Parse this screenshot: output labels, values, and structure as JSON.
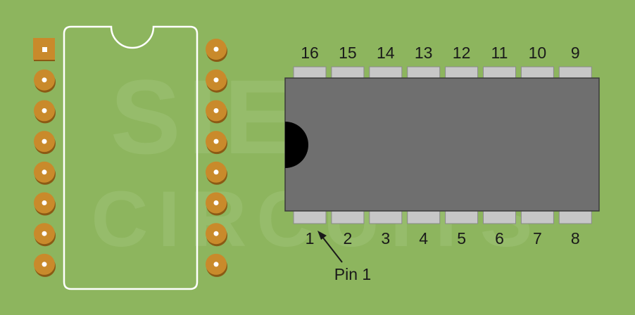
{
  "diagram": {
    "colors": {
      "background": "#8db55e",
      "pad": "#c98a2b",
      "pad_shadow": "#8a5a14",
      "ic_body": "#6f6f6f",
      "ic_pin": "#c7c7c7",
      "outline": "#ffffff"
    },
    "watermark": {
      "line1": "SIERRA",
      "line2": "CIRCUITS"
    },
    "footprint": {
      "pads_per_side": 8,
      "pin1_pad_shape": "square"
    },
    "chip": {
      "top_pin_numbers": [
        "16",
        "15",
        "14",
        "13",
        "12",
        "11",
        "10",
        "9"
      ],
      "bottom_pin_numbers": [
        "1",
        "2",
        "3",
        "4",
        "5",
        "6",
        "7",
        "8"
      ]
    },
    "callout": {
      "label": "Pin 1"
    }
  }
}
